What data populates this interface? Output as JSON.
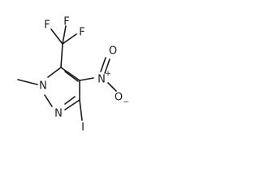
{
  "atoms": {
    "F_top_left": "F",
    "F_top_right": "F",
    "F_right": "F",
    "N_nitro": "N",
    "O_top": "O",
    "O_right": "O",
    "N_ring_1": "N",
    "N_ring_2": "N",
    "I": "I"
  },
  "charges": {
    "N_nitro": "+",
    "O_right": "−"
  },
  "colors": {
    "ink": "#1a1a1a",
    "background": "#ffffff"
  }
}
